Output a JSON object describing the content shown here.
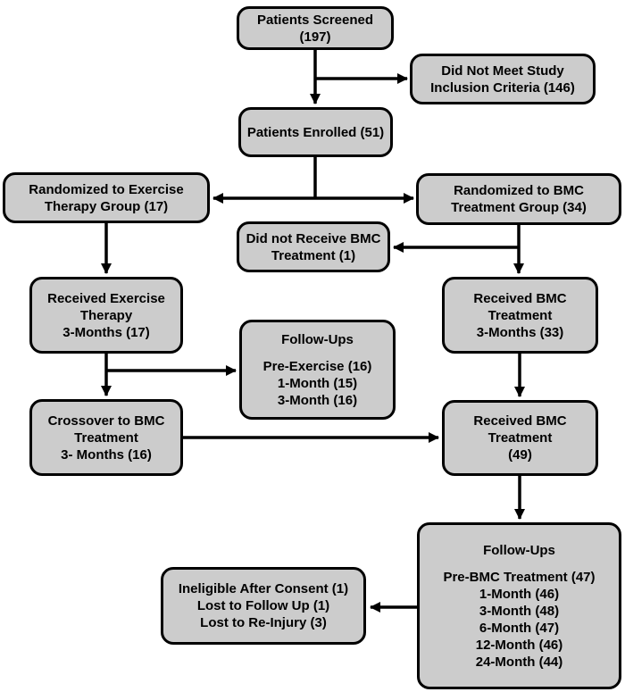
{
  "colors": {
    "node_fill": "#cccccc",
    "node_border": "#000000",
    "connector": "#000000",
    "background": "#ffffff"
  },
  "nodes": {
    "patients_screened": {
      "lines": [
        "Patients Screened",
        "(197)"
      ]
    },
    "did_not_meet": {
      "lines": [
        "Did Not Meet Study",
        "Inclusion Criteria (146)"
      ]
    },
    "patients_enrolled": {
      "lines": [
        "Patients Enrolled (51)"
      ]
    },
    "randomized_exercise": {
      "lines": [
        "Randomized to Exercise",
        "Therapy Group (17)"
      ]
    },
    "randomized_bmc": {
      "lines": [
        "Randomized to BMC",
        "Treatment Group (34)"
      ]
    },
    "did_not_receive_bmc": {
      "lines": [
        "Did not Receive BMC",
        "Treatment (1)"
      ]
    },
    "received_exercise": {
      "lines": [
        "Received Exercise",
        "Therapy",
        "3-Months (17)"
      ]
    },
    "followups_exercise": {
      "title": "Follow-Ups",
      "items": [
        "Pre-Exercise (16)",
        "1-Month (15)",
        "3-Month (16)"
      ]
    },
    "crossover_bmc": {
      "lines": [
        "Crossover to BMC",
        "Treatment",
        "3- Months (16)"
      ]
    },
    "received_bmc_3mo": {
      "lines": [
        "Received BMC",
        "Treatment",
        "3-Months (33)"
      ]
    },
    "received_bmc_total": {
      "lines": [
        "Received BMC",
        "Treatment",
        "(49)"
      ]
    },
    "followups_bmc": {
      "title": "Follow-Ups",
      "items": [
        "Pre-BMC Treatment (47)",
        "1-Month (46)",
        "3-Month (48)",
        "6-Month (47)",
        "12-Month (46)",
        "24-Month (44)"
      ]
    },
    "exclusions": {
      "lines": [
        "Ineligible After Consent (1)",
        "Lost to Follow Up (1)",
        "Lost to Re-Injury (3)"
      ]
    }
  }
}
